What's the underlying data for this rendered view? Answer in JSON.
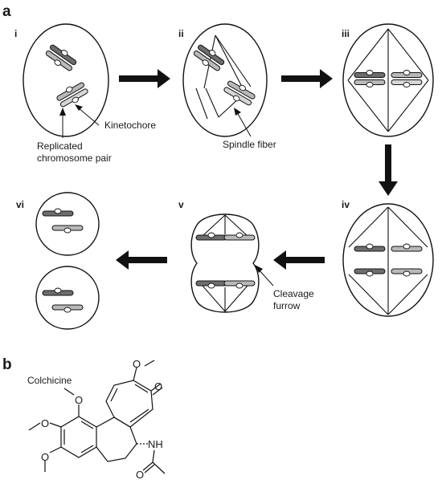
{
  "panels": {
    "a": "a",
    "b": "b"
  },
  "stages": [
    "i",
    "ii",
    "iii",
    "iv",
    "v",
    "vi"
  ],
  "annotations": {
    "kinetochore": "Kinetochore",
    "replicated_line1": "Replicated",
    "replicated_line2": "chromosome pair",
    "spindle_fiber": "Spindle fiber",
    "cleavage_line1": "Cleavage",
    "cleavage_line2": "furrow"
  },
  "molecule": {
    "name": "Colchicine",
    "oxygen": "O",
    "nh": "NH"
  },
  "colors": {
    "chromatid_dark": "#6d6d6d",
    "chromatid_light": "#b9b9b9",
    "outline": "#111111"
  }
}
